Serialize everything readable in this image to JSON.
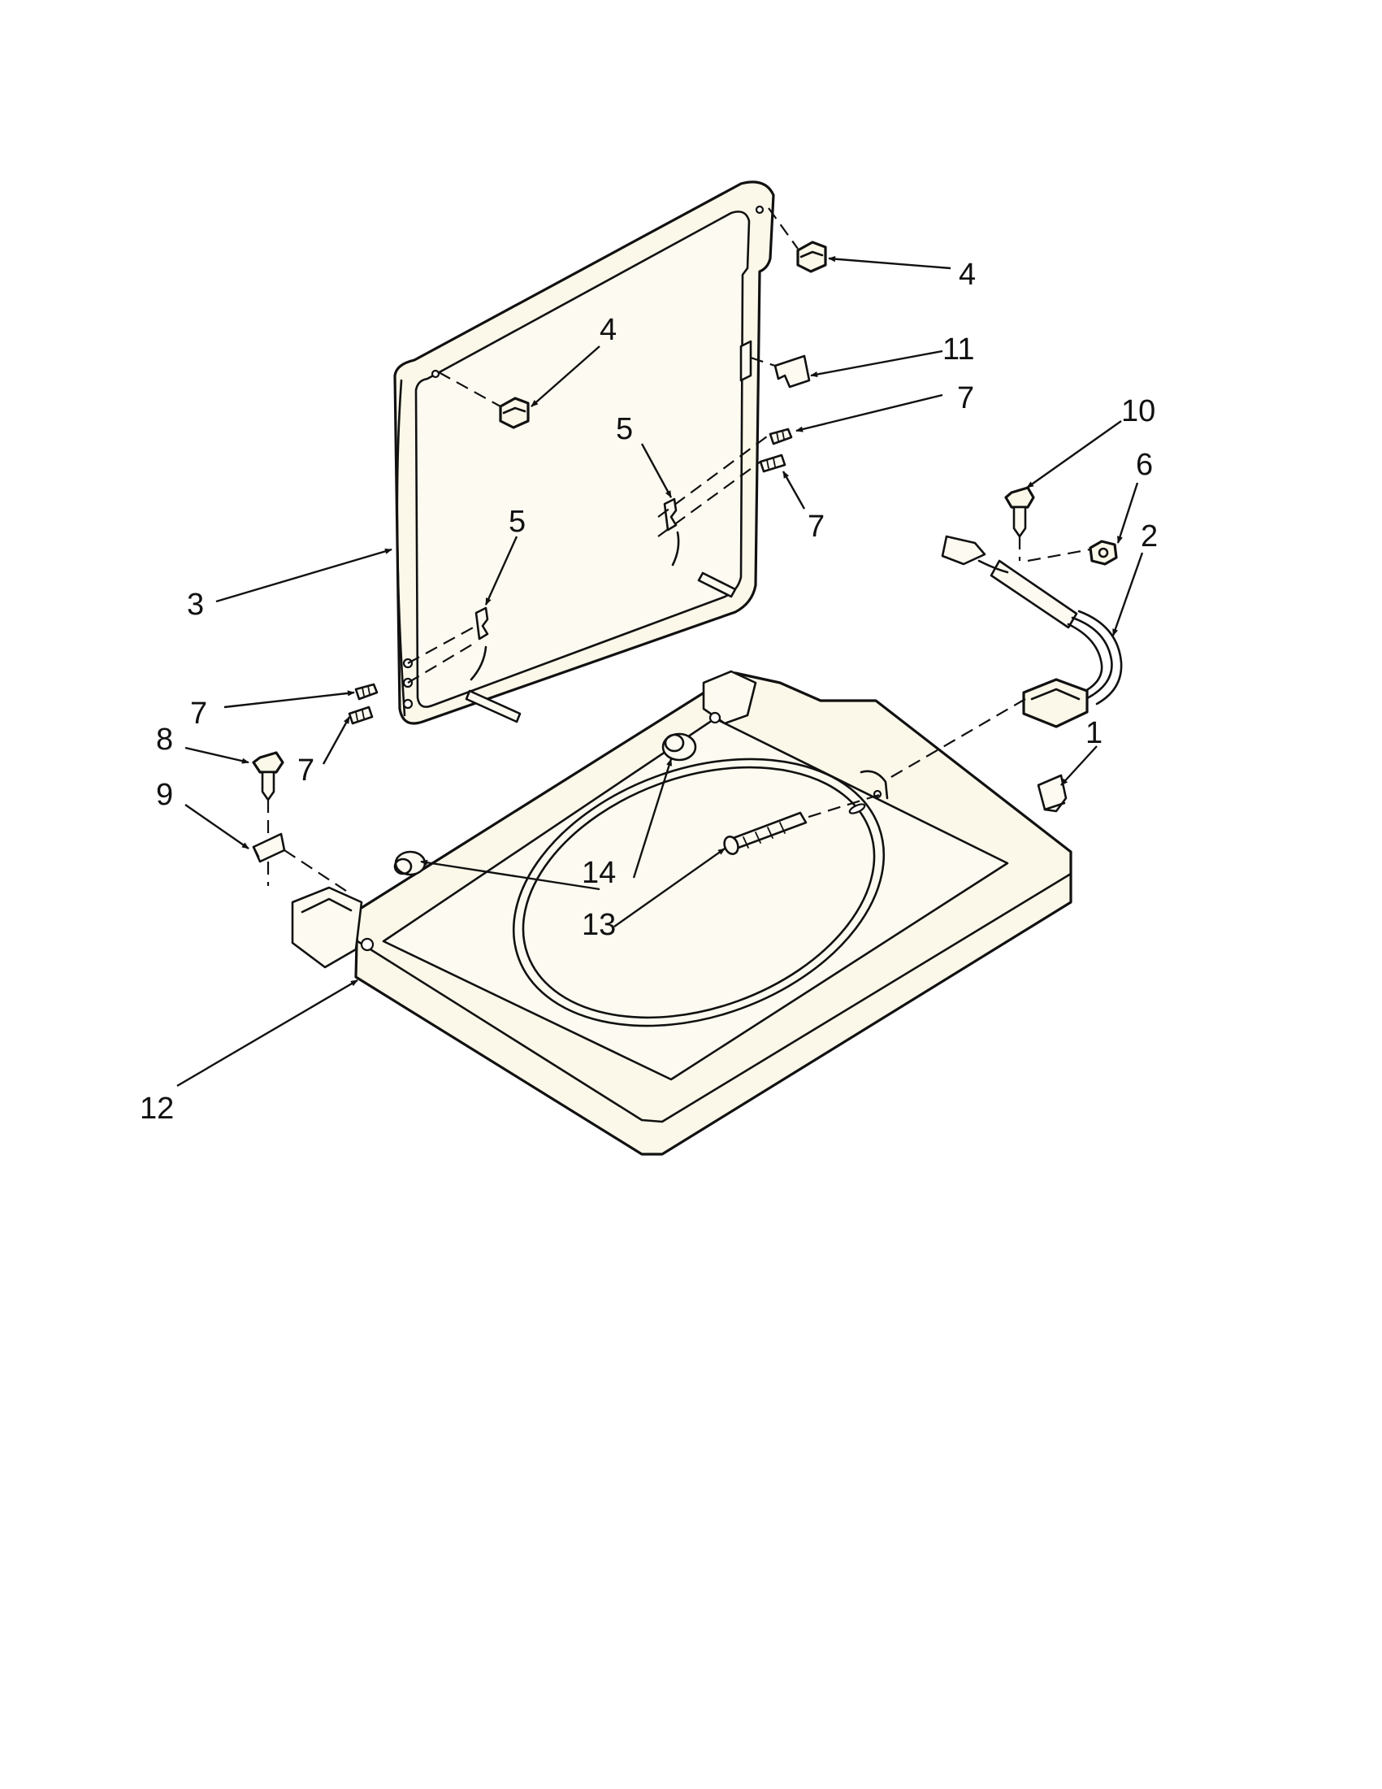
{
  "diagram": {
    "colors": {
      "ink": "#111111",
      "part_fill": "#fbf8e9",
      "background": "#ffffff"
    },
    "callouts": [
      {
        "id": "c1",
        "label": "1"
      },
      {
        "id": "c2",
        "label": "2"
      },
      {
        "id": "c3",
        "label": "3"
      },
      {
        "id": "c4a",
        "label": "4"
      },
      {
        "id": "c4b",
        "label": "4"
      },
      {
        "id": "c5a",
        "label": "5"
      },
      {
        "id": "c5b",
        "label": "5"
      },
      {
        "id": "c6",
        "label": "6"
      },
      {
        "id": "c7a",
        "label": "7"
      },
      {
        "id": "c7b",
        "label": "7"
      },
      {
        "id": "c7c",
        "label": "7"
      },
      {
        "id": "c7d",
        "label": "7"
      },
      {
        "id": "c8",
        "label": "8"
      },
      {
        "id": "c9",
        "label": "9"
      },
      {
        "id": "c10",
        "label": "10"
      },
      {
        "id": "c11",
        "label": "11"
      },
      {
        "id": "c12",
        "label": "12"
      },
      {
        "id": "c13",
        "label": "13"
      },
      {
        "id": "c14",
        "label": "14"
      }
    ]
  }
}
